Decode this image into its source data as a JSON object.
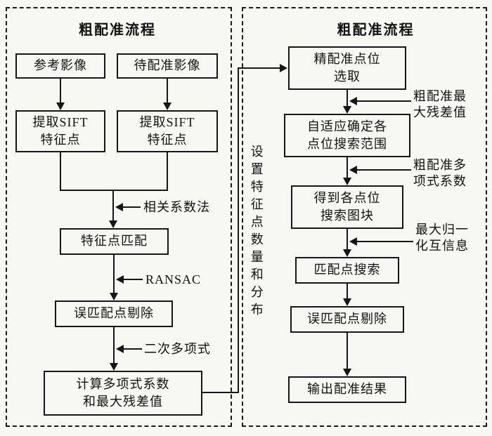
{
  "left_panel": {
    "title": "粗配准流程",
    "box_ref_image": "参考影像",
    "box_target_image": "待配准影像",
    "box_sift_left_line1": "提取SIFT",
    "box_sift_left_line2": "特征点",
    "box_sift_right_line1": "提取SIFT",
    "box_sift_right_line2": "特征点",
    "label_correlation": "相关系数法",
    "box_feature_match": "特征点匹配",
    "label_ransac": "RANSAC",
    "box_mismatch_removal": "误匹配点剔除",
    "label_quadratic": "二次多项式",
    "box_polynomial_line1": "计算多项式系数",
    "box_polynomial_line2": "和最大残差值"
  },
  "right_panel": {
    "title": "粗配准流程",
    "box_point_select_line1": "精配准点位",
    "box_point_select_line2": "选取",
    "annot_max_residual_line1": "粗配准最",
    "annot_max_residual_line2": "大残差值",
    "box_adaptive_line1": "自适应确定各",
    "box_adaptive_line2": "点位搜索范围",
    "annot_poly_coef_line1": "粗配准多",
    "annot_poly_coef_line2": "项式系数",
    "box_blocks_line1": "得到各点位",
    "box_blocks_line2": "搜索图块",
    "annot_mutual_info_line1": "最大归一",
    "annot_mutual_info_line2": "化互信息",
    "box_match_search": "匹配点搜索",
    "box_mismatch_removal": "误匹配点剔除",
    "box_output": "输出配准结果"
  },
  "connector": {
    "vertical_label": "设置特征点数量和分布"
  }
}
